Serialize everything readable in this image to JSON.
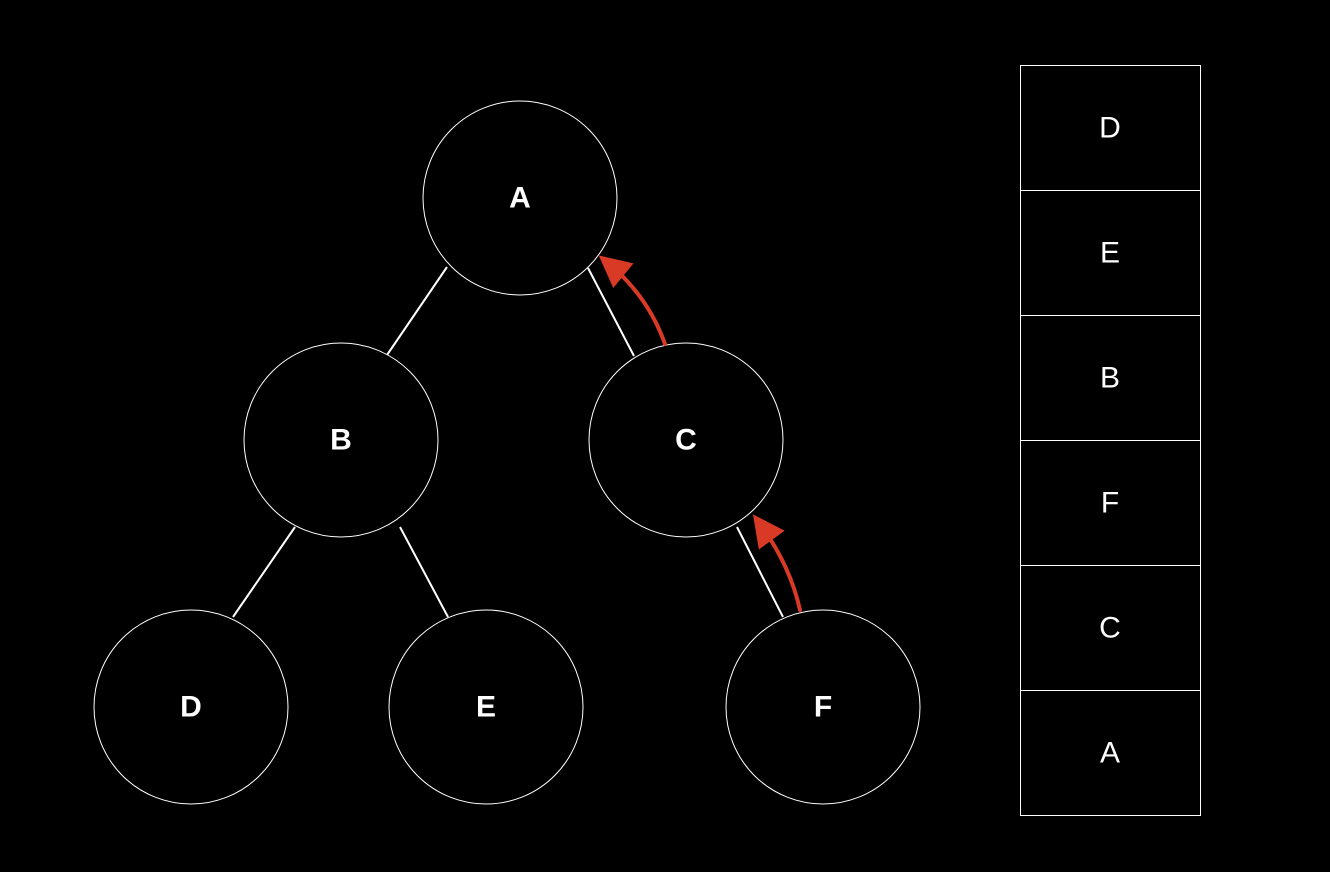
{
  "tree": {
    "nodes": [
      {
        "id": "A",
        "label": "A"
      },
      {
        "id": "B",
        "label": "B"
      },
      {
        "id": "C",
        "label": "C"
      },
      {
        "id": "D",
        "label": "D"
      },
      {
        "id": "E",
        "label": "E"
      },
      {
        "id": "F",
        "label": "F"
      }
    ],
    "edges": [
      {
        "from": "A",
        "to": "B"
      },
      {
        "from": "A",
        "to": "C"
      },
      {
        "from": "B",
        "to": "D"
      },
      {
        "from": "B",
        "to": "E"
      },
      {
        "from": "C",
        "to": "F"
      }
    ],
    "highlight_path": [
      {
        "from": "F",
        "to": "C"
      },
      {
        "from": "C",
        "to": "A"
      }
    ]
  },
  "stack": {
    "items": [
      "D",
      "E",
      "B",
      "F",
      "C",
      "A"
    ]
  },
  "colors": {
    "background": "#000000",
    "line": "#ffffff",
    "arrow": "#d93a25"
  }
}
